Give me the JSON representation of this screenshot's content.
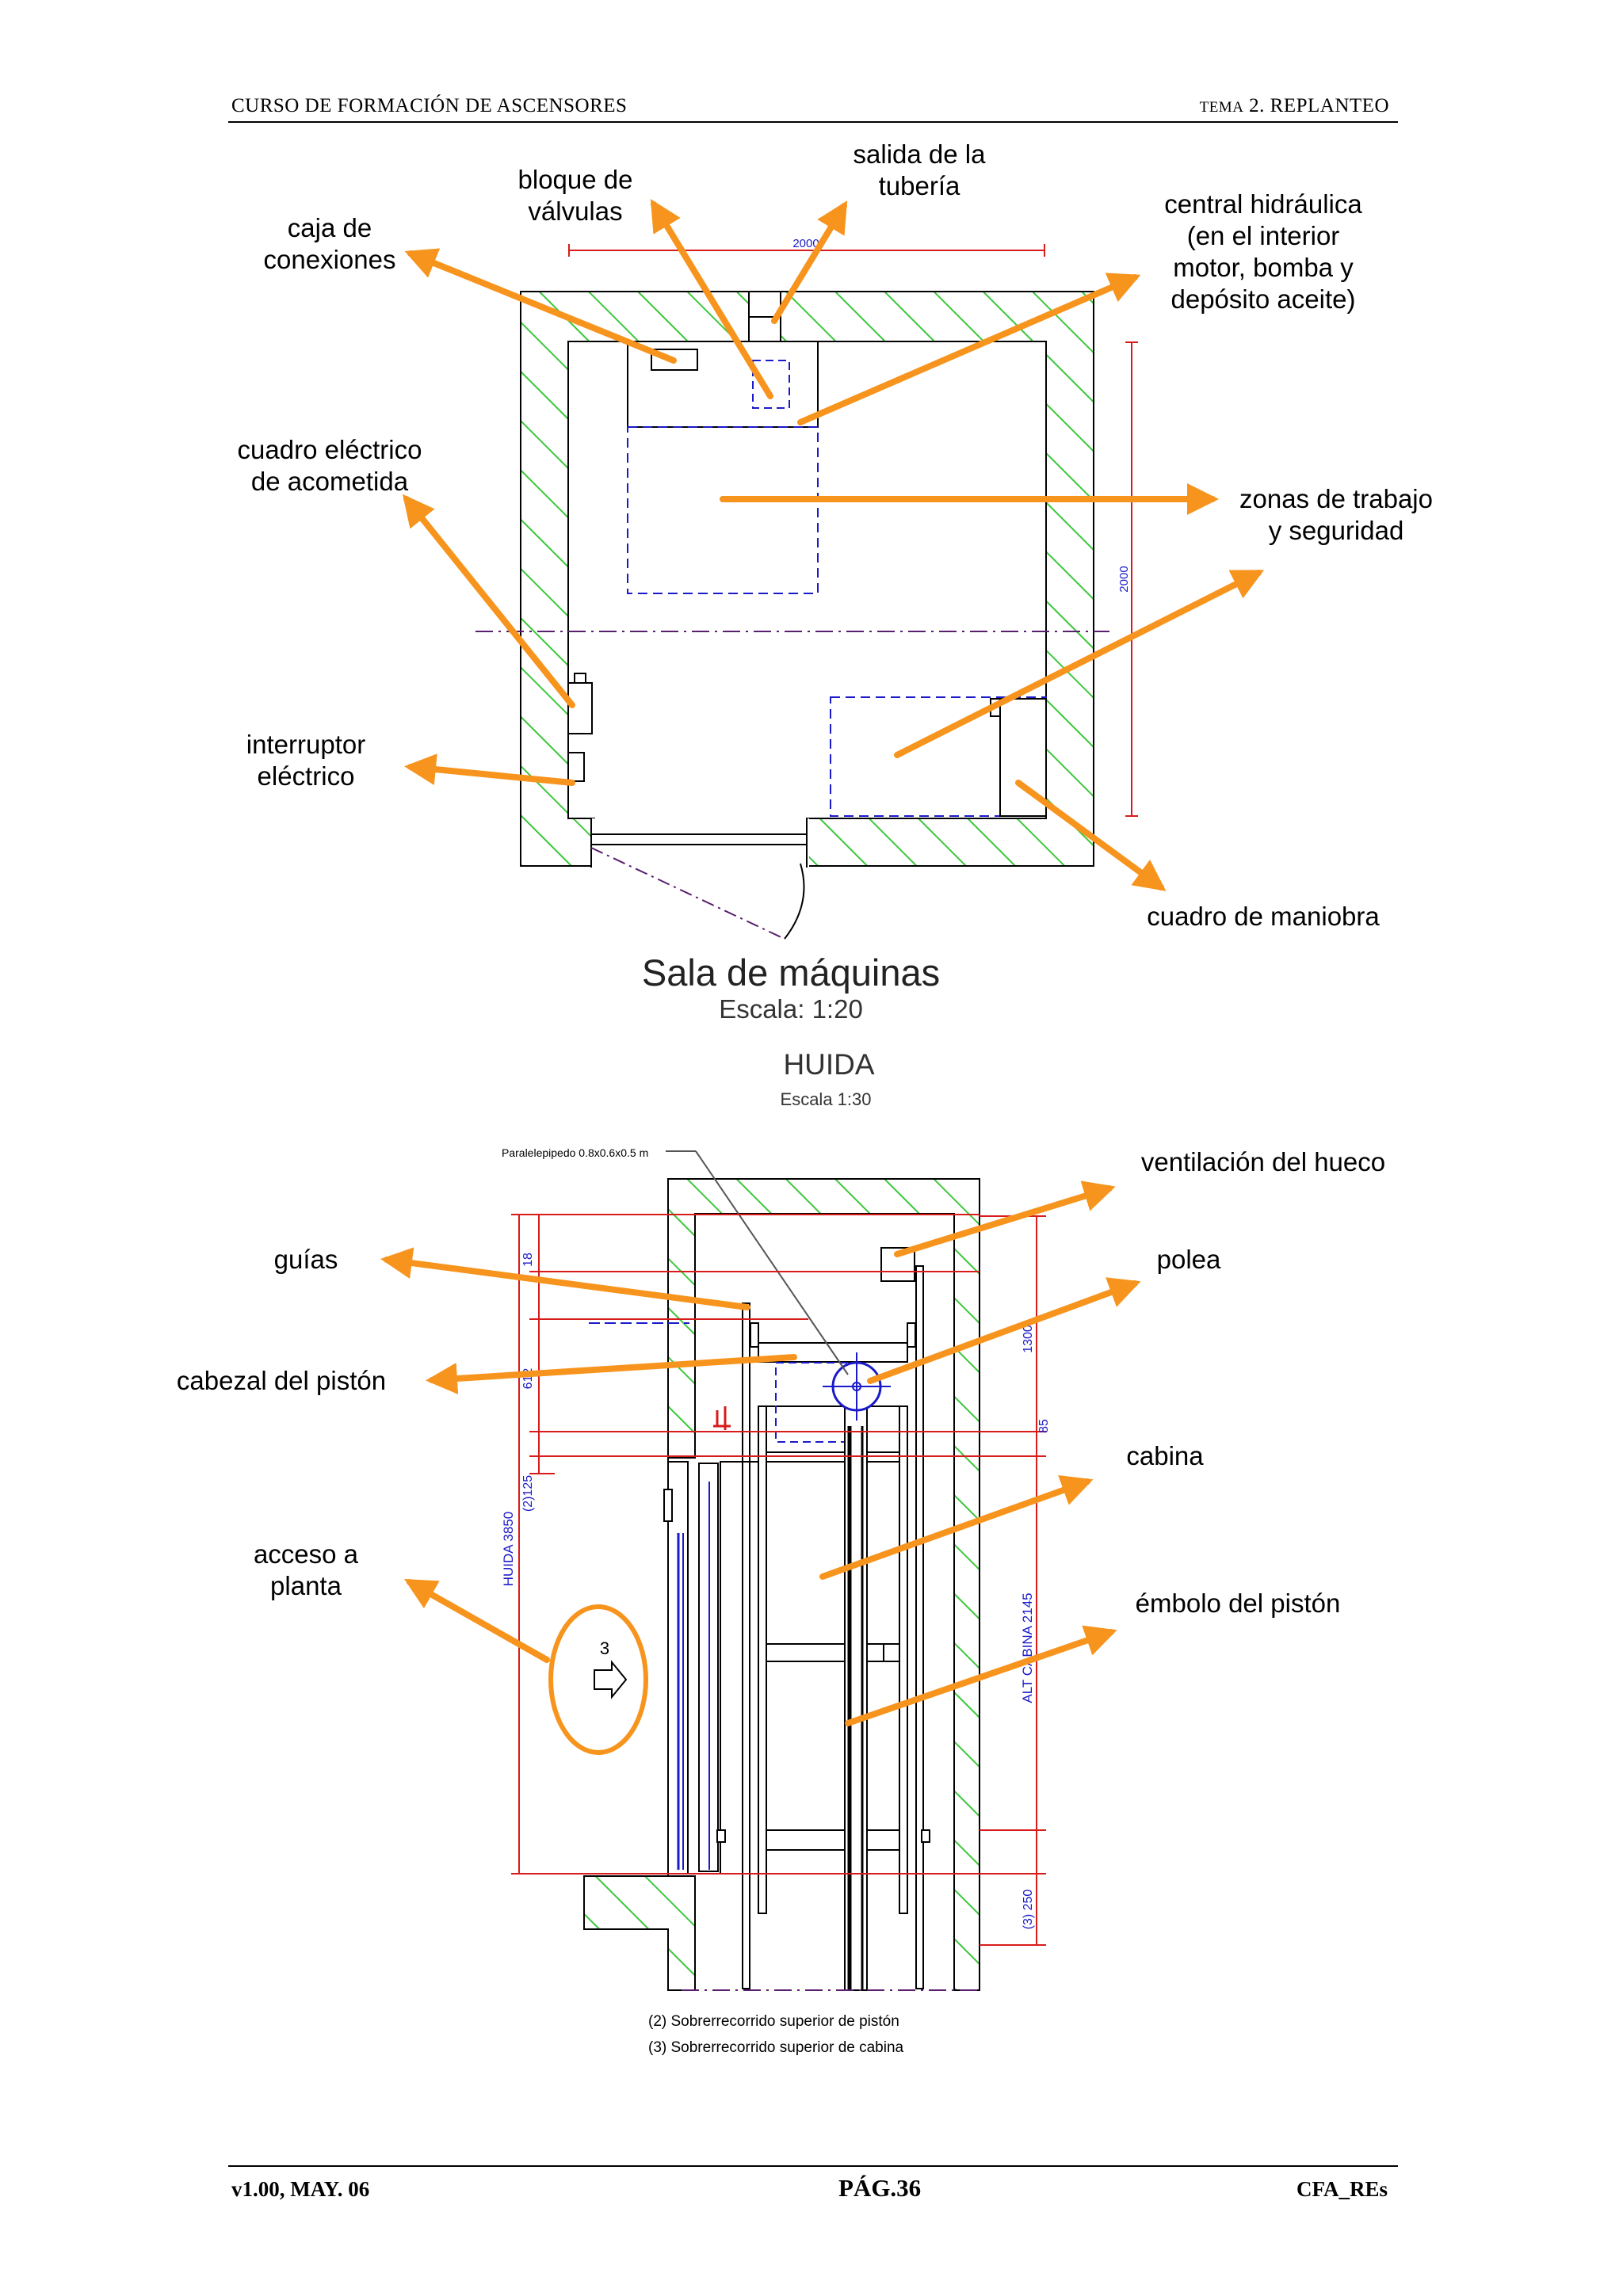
{
  "header": {
    "left": "CURSO DE FORMACIÓN DE ASCENSORES",
    "right_prefix": "TEMA",
    "right_rest": " 2. REPLANTEO"
  },
  "machine_room": {
    "labels": {
      "caja": "caja de\nconexiones",
      "bloque": "bloque de\nválvulas",
      "salida": "salida de la\ntubería",
      "central": "central hidráulica\n(en el interior\nmotor, bomba y\ndepósito aceite)",
      "cuadro_acometida": "cuadro eléctrico\nde acometida",
      "zonas": "zonas de trabajo\ny seguridad",
      "interruptor": "interruptor\neléctrico",
      "maniobra": "cuadro de maniobra"
    },
    "dims": {
      "width": "2000",
      "depth": "2000"
    },
    "title": "Sala de máquinas",
    "scale": "Escala: 1:20"
  },
  "shaft": {
    "title": "HUIDA",
    "scale": "Escala  1:30",
    "paralelepipedo": "Paralelepipedo 0.8x0.6x0.5 m",
    "labels": {
      "ventilacion": "ventilación del hueco",
      "guias": "guías",
      "polea": "polea",
      "cabezal": "cabezal del pistón",
      "cabina": "cabina",
      "acceso": "acceso a\nplanta",
      "embolo": "émbolo del pistón"
    },
    "dims": {
      "d18": "18",
      "d612": "612",
      "d2125": "(2)125",
      "huida": "HUIDA  3850",
      "d1300": "1300",
      "d85": "85",
      "altcabina": "ALT CABINA 2145",
      "d250": "(3) 250",
      "floor": "3"
    },
    "notes": [
      "(2) Sobrerrecorrido superior de pistón",
      "(3) Sobrerrecorrido superior de cabina"
    ]
  },
  "footer": {
    "version": "v1.00, MAY. 06",
    "page": "PÁG.36",
    "code": "CFA_REs"
  },
  "colors": {
    "arrow": "#F7941D",
    "hatch": "#3CC83C",
    "dimension": "#D81B1B",
    "dashed": "#1A1AC8",
    "centerline": "#5A1E6E"
  }
}
